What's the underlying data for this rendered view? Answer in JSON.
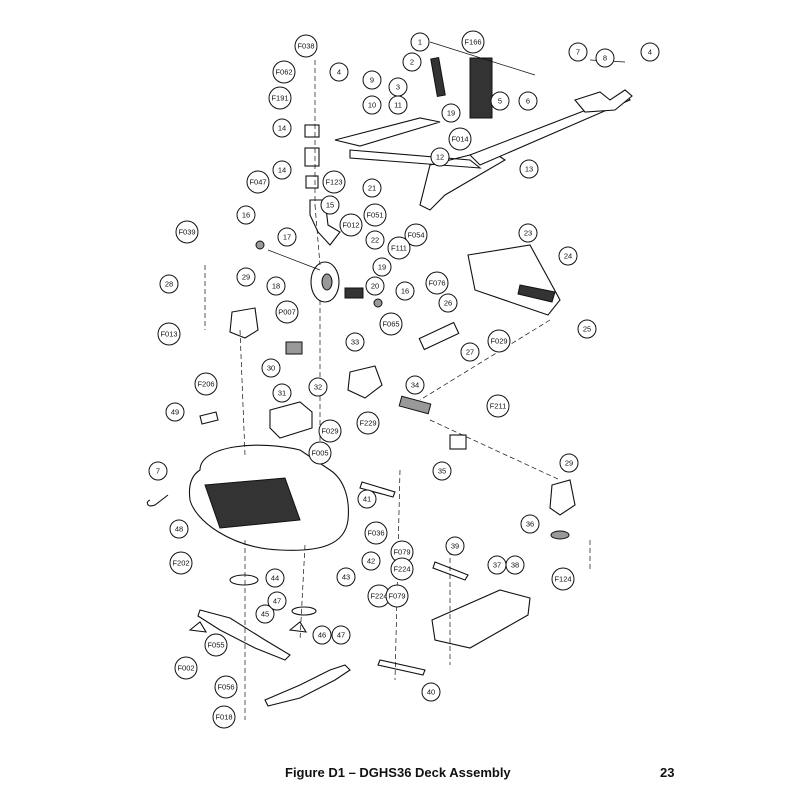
{
  "caption": {
    "title": "Figure D1 – DGHS36 Deck Assembly",
    "page_number": "23"
  },
  "callouts": [
    "1",
    "2",
    "3",
    "4",
    "4",
    "5",
    "6",
    "7",
    "7",
    "8",
    "9",
    "10",
    "11",
    "12",
    "13",
    "14",
    "14",
    "15",
    "16",
    "16",
    "17",
    "18",
    "19",
    "19",
    "20",
    "21",
    "22",
    "23",
    "24",
    "25",
    "26",
    "27",
    "28",
    "29",
    "29",
    "30",
    "31",
    "32",
    "33",
    "34",
    "35",
    "36",
    "37",
    "38",
    "39",
    "40",
    "41",
    "42",
    "43",
    "44",
    "45",
    "46",
    "47",
    "47",
    "48",
    "49",
    "F038",
    "F062",
    "F191",
    "F166",
    "F014",
    "F123",
    "F047",
    "F012",
    "F051",
    "F054",
    "F111",
    "F039",
    "F013",
    "P007",
    "F065",
    "F076",
    "F029",
    "F029",
    "F229",
    "F211",
    "F206",
    "F005",
    "F036",
    "F079",
    "F224",
    "F202",
    "F124",
    "F224",
    "F079",
    "F055",
    "F002",
    "F056",
    "F018"
  ]
}
